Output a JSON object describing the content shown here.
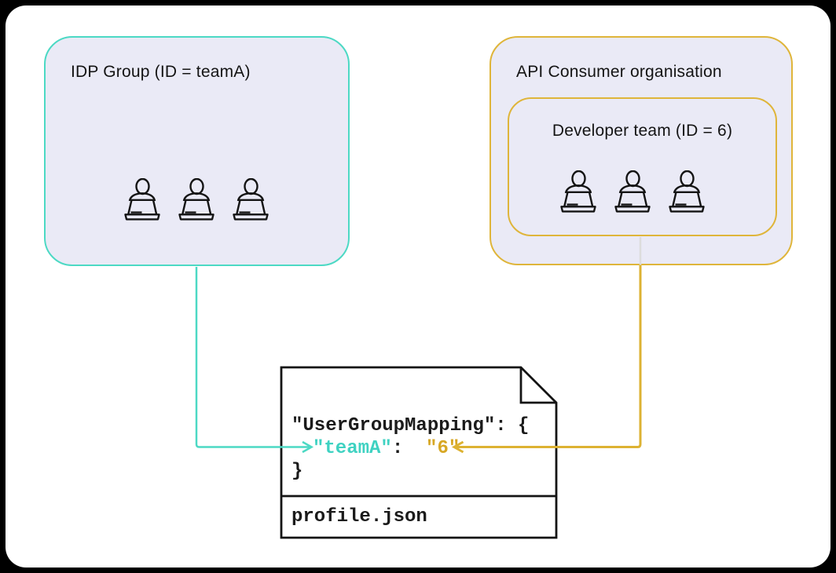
{
  "colors": {
    "teal_accent": "#4CD9C4",
    "gold_accent": "#DFB53A",
    "gold_text": "#D7A724",
    "teal_text": "#3FD2C2",
    "box_fill": "#EAEAF6",
    "ink": "#141414"
  },
  "idp_group": {
    "title": "IDP Group (ID = teamA)",
    "member_icon": "person-at-laptop-icon",
    "member_count": 3
  },
  "api_consumer_org": {
    "title": "API Consumer organisation",
    "developer_team": {
      "title": "Developer team (ID = 6)",
      "member_icon": "person-at-laptop-icon",
      "member_count": 3
    }
  },
  "profile_file": {
    "filename": "profile.json",
    "code": {
      "line1": "\"UserGroupMapping\": {",
      "key": "\"teamA\"",
      "separator": ":  ",
      "value": "\"6\"",
      "closing": "}"
    }
  }
}
